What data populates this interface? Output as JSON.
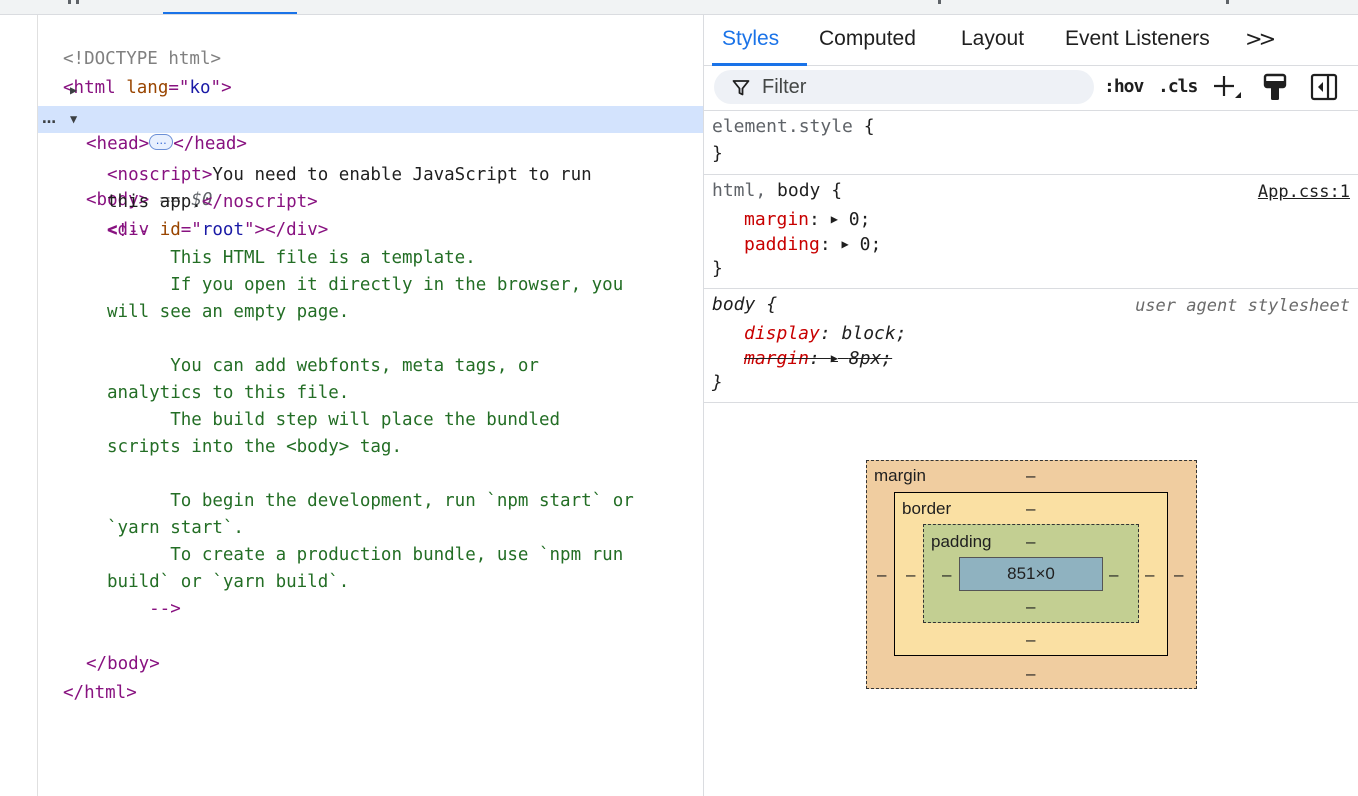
{
  "elements": {
    "doctype": "<!DOCTYPE html>",
    "html_open_tag": "<html",
    "html_attr_name": " lang",
    "html_attr_eq": "=\"",
    "html_attr_value": "ko",
    "html_attr_close": "\">",
    "head_open": "<head>",
    "head_ellipsis": "…",
    "head_close": "</head>",
    "row_menu": "…",
    "body_open": "<body>",
    "body_eq": " == ",
    "body_dollar": "$0",
    "noscript_open": "<noscript>",
    "noscript_text1": "You need to enable JavaScript to run",
    "noscript_text2": "this app.",
    "noscript_close": "</noscript>",
    "div_open": "<div",
    "div_attr_name": " id",
    "div_attr_eq": "=\"",
    "div_attr_value": "root",
    "div_attr_close": "\">",
    "div_close": "</div>",
    "comment_lines": [
      "<!--",
      "      This HTML file is a template.",
      "      If you open it directly in the browser, you",
      "will see an empty page.",
      "",
      "      You can add webfonts, meta tags, or",
      "analytics to this file.",
      "      The build step will place the bundled",
      "scripts into the <body> tag.",
      "",
      "      To begin the development, run `npm start` or",
      "`yarn start`.",
      "      To create a production bundle, use `npm run",
      "build` or `yarn build`.",
      "    -->"
    ],
    "body_close": "</body>",
    "html_close": "</html>"
  },
  "sidebar": {
    "tabs": [
      "Styles",
      "Computed",
      "Layout",
      "Event Listeners",
      ">>"
    ],
    "active_tab": "Styles",
    "filter_placeholder": "Filter",
    "toolbar": {
      "hov": ":hov",
      "cls": ".cls"
    }
  },
  "styles": {
    "rule1": {
      "selector": "element.style",
      "open": " {",
      "close": "}"
    },
    "rule2": {
      "selector_a": "html",
      "selector_sep": ", ",
      "selector_b": "body",
      "open": " {",
      "source": "App.css:1",
      "props": [
        {
          "name": "margin",
          "value": "0;"
        },
        {
          "name": "padding",
          "value": "0;"
        }
      ],
      "close": "}"
    },
    "rule3": {
      "selector": "body",
      "open": " {",
      "source": "user agent stylesheet",
      "props": [
        {
          "name": "display",
          "value": "block;"
        },
        {
          "name": "margin",
          "value": "8px;"
        }
      ],
      "close": "}"
    },
    "colon": ": "
  },
  "box_model": {
    "margin_label": "margin",
    "border_label": "border",
    "padding_label": "padding",
    "content": "851×0",
    "dash": "–"
  }
}
